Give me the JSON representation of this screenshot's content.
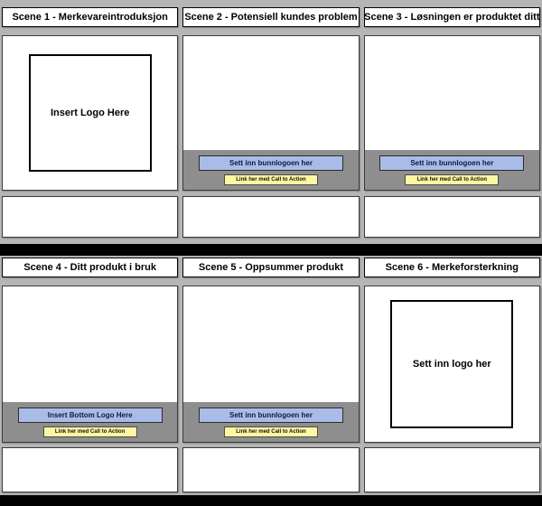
{
  "colors": {
    "page_bg": "#b5b5b5",
    "panel_bg": "#ffffff",
    "cta_band_bg": "#8e8e8e",
    "blue_button_bg": "#a9bce8",
    "yellow_button_bg": "#fdf6a3",
    "divider": "#000000"
  },
  "scenes": [
    {
      "title": "Scene 1 - Merkevareintroduksjon",
      "logo_text": "Insert Logo Here"
    },
    {
      "title": "Scene 2 - Potensiell kundes problem",
      "cta_button": "Sett inn bunnlogoen her",
      "cta_link": "Link her med Call to Action"
    },
    {
      "title": "Scene 3 - Løsningen er produktet ditt",
      "cta_button": "Sett inn bunnlogoen her",
      "cta_link": "Link her med Call to Action"
    },
    {
      "title": "Scene 4 - Ditt produkt i bruk",
      "cta_button": "Insert Bottom Logo Here",
      "cta_link": "Link her med Call to Action"
    },
    {
      "title": "Scene 5 - Oppsummer produkt",
      "cta_button": "Sett inn bunnlogoen her",
      "cta_link": "Link her med Call to Action"
    },
    {
      "title": "Scene 6 - Merkeforsterkning",
      "logo_text": "Sett inn logo her"
    }
  ]
}
